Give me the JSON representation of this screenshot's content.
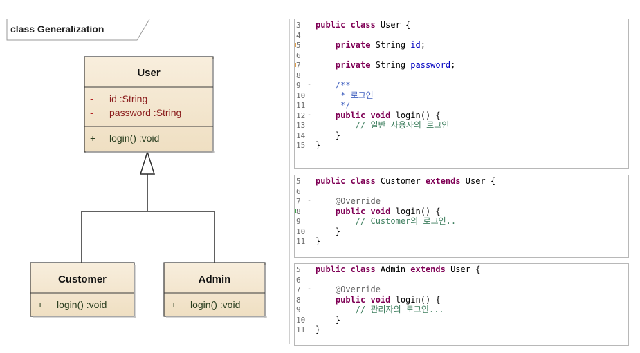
{
  "diagram": {
    "tab_title": "class Generalization",
    "classes": {
      "user": {
        "name": "User",
        "attributes": [
          {
            "vis": "-",
            "text": "id :String"
          },
          {
            "vis": "-",
            "text": "password :String"
          }
        ],
        "operations": [
          {
            "vis": "+",
            "text": "login() :void"
          }
        ]
      },
      "customer": {
        "name": "Customer",
        "operations": [
          {
            "vis": "+",
            "text": "login() :void"
          }
        ]
      },
      "admin": {
        "name": "Admin",
        "operations": [
          {
            "vis": "+",
            "text": "login() :void"
          }
        ]
      }
    },
    "colors": {
      "class_fill": "#f3e5cc",
      "class_header": "#f6ead5",
      "class_border": "#3a3a3a",
      "attribute_text": "#8a1c1c",
      "operation_text": "#2a3e1f"
    }
  },
  "code_panels": [
    {
      "lines": [
        {
          "n": "3",
          "segs": [
            [
              "kw",
              "public class "
            ],
            [
              "pl",
              "User {"
            ]
          ]
        },
        {
          "n": "4",
          "segs": []
        },
        {
          "n": "5",
          "mark": "orange",
          "segs": [
            [
              "pl",
              "    "
            ],
            [
              "kw",
              "private "
            ],
            [
              "pl",
              "String "
            ],
            [
              "fld",
              "id"
            ],
            [
              "pl",
              ";"
            ]
          ]
        },
        {
          "n": "6",
          "segs": []
        },
        {
          "n": "7",
          "mark": "orange",
          "segs": [
            [
              "pl",
              "    "
            ],
            [
              "kw",
              "private "
            ],
            [
              "pl",
              "String "
            ],
            [
              "fld",
              "password"
            ],
            [
              "pl",
              ";"
            ]
          ]
        },
        {
          "n": "8",
          "segs": []
        },
        {
          "n": "9",
          "fold": true,
          "segs": [
            [
              "pl",
              "    "
            ],
            [
              "jd",
              "/**"
            ]
          ]
        },
        {
          "n": "10",
          "segs": [
            [
              "pl",
              "    "
            ],
            [
              "jd",
              " * 로그인"
            ]
          ]
        },
        {
          "n": "11",
          "segs": [
            [
              "pl",
              "    "
            ],
            [
              "jd",
              " */"
            ]
          ]
        },
        {
          "n": "12",
          "fold": true,
          "segs": [
            [
              "pl",
              "    "
            ],
            [
              "kw",
              "public void "
            ],
            [
              "pl",
              "login() {"
            ]
          ]
        },
        {
          "n": "13",
          "segs": [
            [
              "pl",
              "        "
            ],
            [
              "cm",
              "// 일반 사용자의 로그인"
            ]
          ]
        },
        {
          "n": "14",
          "segs": [
            [
              "pl",
              "    }"
            ]
          ]
        },
        {
          "n": "15",
          "segs": [
            [
              "pl",
              "}"
            ]
          ]
        }
      ]
    },
    {
      "lines": [
        {
          "n": "5",
          "segs": [
            [
              "kw",
              "public class "
            ],
            [
              "pl",
              "Customer "
            ],
            [
              "kw",
              "extends "
            ],
            [
              "pl",
              "User {"
            ]
          ]
        },
        {
          "n": "6",
          "segs": []
        },
        {
          "n": "7",
          "fold": true,
          "segs": [
            [
              "pl",
              "    "
            ],
            [
              "an",
              "@Override"
            ]
          ]
        },
        {
          "n": "8",
          "mark": "green",
          "segs": [
            [
              "pl",
              "    "
            ],
            [
              "kw",
              "public void "
            ],
            [
              "pl",
              "login() {"
            ]
          ]
        },
        {
          "n": "9",
          "segs": [
            [
              "pl",
              "        "
            ],
            [
              "cm",
              "// Customer의 로그인.."
            ]
          ]
        },
        {
          "n": "10",
          "segs": [
            [
              "pl",
              "    }"
            ]
          ]
        },
        {
          "n": "11",
          "segs": [
            [
              "pl",
              "}"
            ]
          ]
        }
      ]
    },
    {
      "lines": [
        {
          "n": "5",
          "segs": [
            [
              "kw",
              "public class "
            ],
            [
              "pl",
              "Admin "
            ],
            [
              "kw",
              "extends "
            ],
            [
              "pl",
              "User {"
            ]
          ]
        },
        {
          "n": "6",
          "segs": []
        },
        {
          "n": "7",
          "fold": true,
          "segs": [
            [
              "pl",
              "    "
            ],
            [
              "an",
              "@Override"
            ]
          ]
        },
        {
          "n": "8",
          "segs": [
            [
              "pl",
              "    "
            ],
            [
              "kw",
              "public void "
            ],
            [
              "pl",
              "login() {"
            ]
          ]
        },
        {
          "n": "9",
          "segs": [
            [
              "pl",
              "        "
            ],
            [
              "cm",
              "// 관리자의 로그인..."
            ]
          ]
        },
        {
          "n": "10",
          "segs": [
            [
              "pl",
              "    }"
            ]
          ]
        },
        {
          "n": "11",
          "segs": [
            [
              "pl",
              "}"
            ]
          ]
        }
      ]
    }
  ]
}
